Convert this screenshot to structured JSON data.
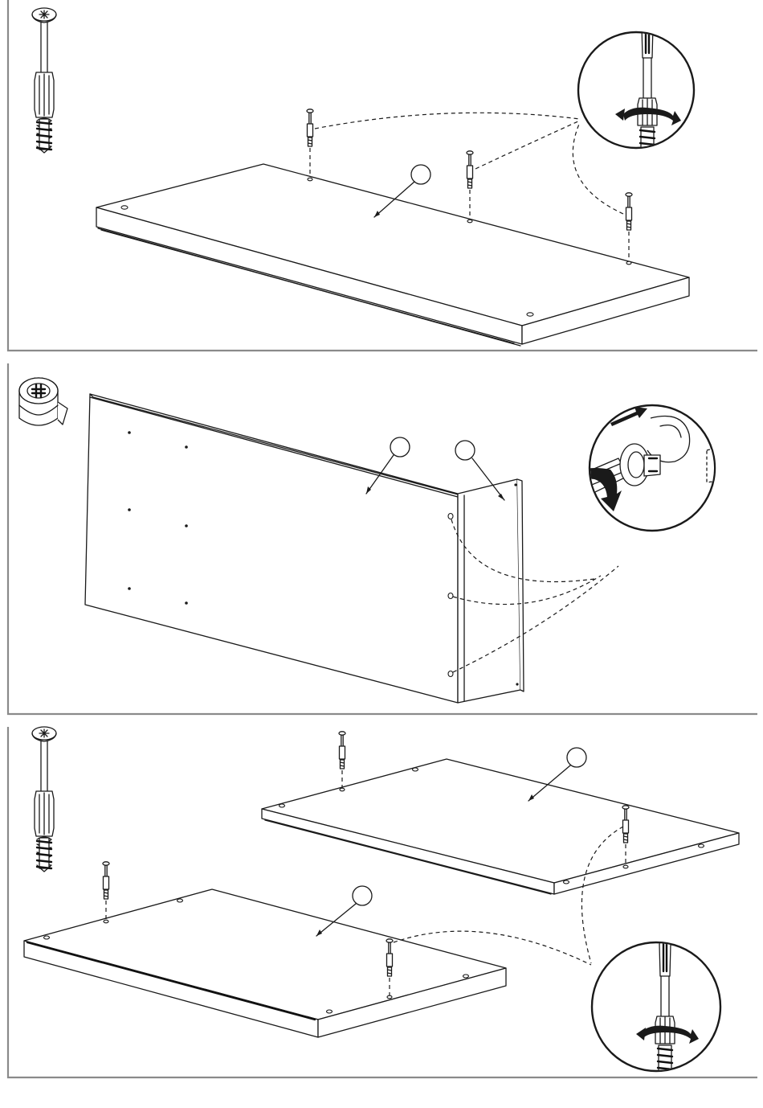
{
  "figure": {
    "panels": [
      {
        "id": "step-1",
        "hardware": "cam-bolt",
        "detail": "screwdriver-tightening-cam-bolt",
        "part_label": ""
      },
      {
        "id": "step-2",
        "hardware": "cam-lock",
        "detail": "cam-lock-turning",
        "part_labels": [
          "",
          ""
        ]
      },
      {
        "id": "step-3",
        "hardware": "cam-bolt",
        "detail": "screwdriver-tightening-cam-bolt",
        "part_labels": [
          "",
          ""
        ]
      }
    ],
    "colors": {
      "line": "#1a1a1a",
      "frame": "#8a8a8a",
      "background": "#ffffff"
    }
  }
}
